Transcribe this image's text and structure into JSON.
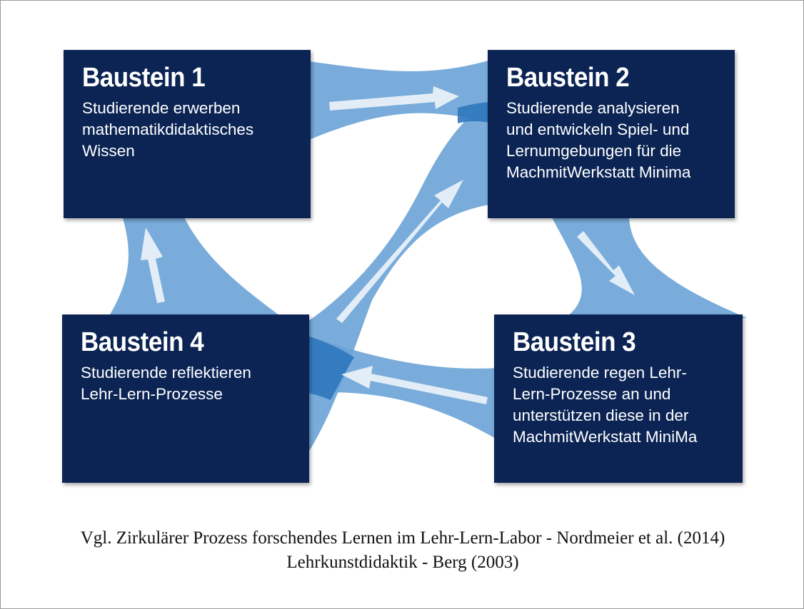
{
  "boxes": [
    {
      "heading": "Baustein 1",
      "text": "Studierende erwerben\nmathematikdidaktisches\nWissen"
    },
    {
      "heading": "Baustein 2",
      "text": "Studierende analysieren\nund entwickeln Spiel- und\nLernumgebungen für die\nMachmitWerkstatt Minima"
    },
    {
      "heading": "Baustein 3",
      "text": "Studierende regen Lehr-\nLern-Prozesse an und\nunterstützen diese in der\nMachmitWerkstatt MiniMa"
    },
    {
      "heading": "Baustein 4",
      "text": "Studierende reflektieren\nLehr-Lern-Prozesse"
    }
  ],
  "caption": {
    "line1": "Vgl.  Zirkulärer Prozess forschendes Lernen im Lehr-Lern-Labor - Nordmeier et al. (2014)",
    "line2": "Lehrkunstdidaktik - Berg (2003)"
  },
  "colors": {
    "box": "#0b2454",
    "flow": "#6aa3d6",
    "arrow": "#e3edf7"
  }
}
